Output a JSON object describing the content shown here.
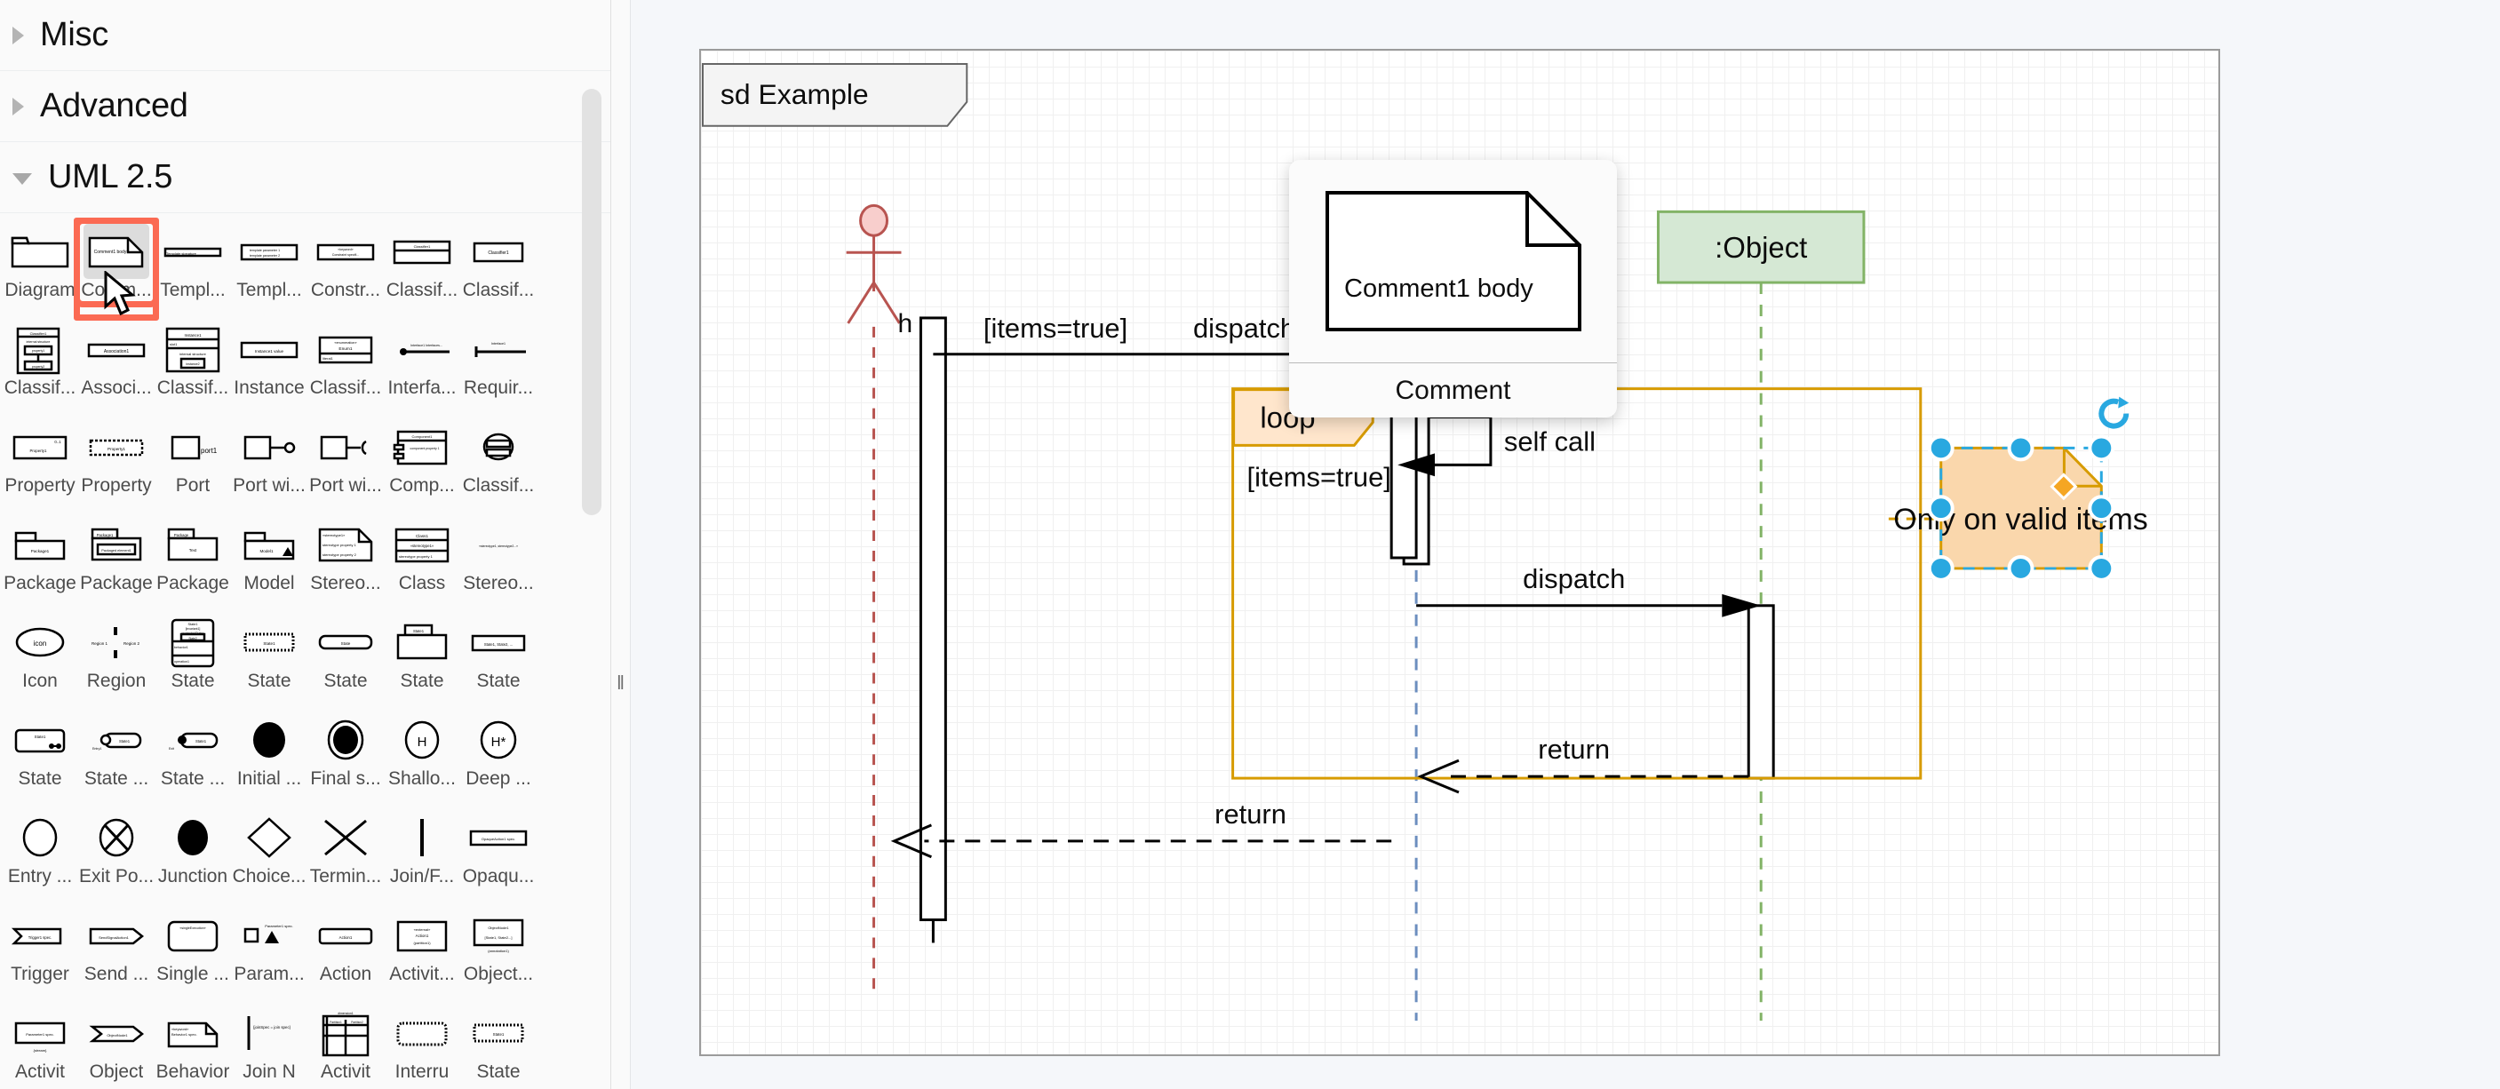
{
  "app": {
    "name": "diagrams.net UML editor"
  },
  "palette": {
    "sections": [
      {
        "title": "Misc",
        "expanded": false
      },
      {
        "title": "Advanced",
        "expanded": false
      },
      {
        "title": "UML 2.5",
        "expanded": true
      }
    ],
    "selected_shape": "Comm...",
    "rows": [
      [
        {
          "label": "Diagram",
          "icon": "uml-frame-icon",
          "selected": false
        },
        {
          "label": "Comm...",
          "icon": "uml-comment-note-icon",
          "selected": true
        },
        {
          "label": "Templ...",
          "icon": "uml-template-signature-icon",
          "selected": false
        },
        {
          "label": "Templ...",
          "icon": "uml-template-parameters-icon",
          "selected": false
        },
        {
          "label": "Constr...",
          "icon": "uml-constraint-icon",
          "selected": false
        },
        {
          "label": "Classif...",
          "icon": "uml-classifier-icon",
          "selected": false
        },
        {
          "label": "Classif...",
          "icon": "uml-classifier-box-icon",
          "selected": false
        }
      ],
      [
        {
          "label": "Classif...",
          "icon": "uml-classifier-internal-structure-icon",
          "selected": false
        },
        {
          "label": "Associ...",
          "icon": "uml-association-icon",
          "selected": false
        },
        {
          "label": "Classif...",
          "icon": "uml-instance-slot-icon",
          "selected": false
        },
        {
          "label": "Instance",
          "icon": "uml-instance-value-icon",
          "selected": false
        },
        {
          "label": "Classif...",
          "icon": "uml-enumeration-icon",
          "selected": false
        },
        {
          "label": "Interfa...",
          "icon": "uml-provided-interface-icon",
          "selected": false
        },
        {
          "label": "Requir...",
          "icon": "uml-required-interface-icon",
          "selected": false
        }
      ],
      [
        {
          "label": "Property",
          "icon": "uml-property-multiplicity-icon",
          "selected": false
        },
        {
          "label": "Property",
          "icon": "uml-property-dashed-icon",
          "selected": false
        },
        {
          "label": "Port",
          "icon": "uml-port-icon",
          "selected": false
        },
        {
          "label": "Port wi...",
          "icon": "uml-port-with-provided-icon",
          "selected": false
        },
        {
          "label": "Port wi...",
          "icon": "uml-port-with-required-icon",
          "selected": false
        },
        {
          "label": "Comp...",
          "icon": "uml-component-icon",
          "selected": false
        },
        {
          "label": "Classif...",
          "icon": "uml-classifier-composite-icon",
          "selected": false
        }
      ],
      [
        {
          "label": "Package",
          "icon": "uml-package-icon",
          "selected": false
        },
        {
          "label": "Package",
          "icon": "uml-package-element-icon",
          "selected": false
        },
        {
          "label": "Package",
          "icon": "uml-package-text-icon",
          "selected": false
        },
        {
          "label": "Model",
          "icon": "uml-model-icon",
          "selected": false
        },
        {
          "label": "Stereo...",
          "icon": "uml-stereotype-note-icon",
          "selected": false
        },
        {
          "label": "Class",
          "icon": "uml-class-stereotype-icon",
          "selected": false
        },
        {
          "label": "Stereo...",
          "icon": "uml-stereotype-text-icon",
          "selected": false
        }
      ],
      [
        {
          "label": "Icon",
          "icon": "uml-icon-ellipse-icon",
          "selected": false
        },
        {
          "label": "Region",
          "icon": "uml-region-divider-icon",
          "selected": false
        },
        {
          "label": "State",
          "icon": "uml-state-invariant-icon",
          "selected": false
        },
        {
          "label": "State",
          "icon": "uml-state-dashed-icon",
          "selected": false
        },
        {
          "label": "State",
          "icon": "uml-state-rounded-icon",
          "selected": false
        },
        {
          "label": "State",
          "icon": "uml-state-composite-icon",
          "selected": false
        },
        {
          "label": "State",
          "icon": "uml-state-list-icon",
          "selected": false
        }
      ],
      [
        {
          "label": "State",
          "icon": "uml-state-connection-icon",
          "selected": false
        },
        {
          "label": "State ...",
          "icon": "uml-state-entry-point-icon",
          "selected": false
        },
        {
          "label": "State ...",
          "icon": "uml-state-exit-point-icon",
          "selected": false
        },
        {
          "label": "Initial ...",
          "icon": "uml-initial-node-icon",
          "selected": false
        },
        {
          "label": "Final s...",
          "icon": "uml-final-state-icon",
          "selected": false
        },
        {
          "label": "Shallo...",
          "icon": "uml-shallow-history-icon",
          "selected": false
        },
        {
          "label": "Deep ...",
          "icon": "uml-deep-history-icon",
          "selected": false
        }
      ],
      [
        {
          "label": "Entry ...",
          "icon": "uml-entry-point-icon",
          "selected": false
        },
        {
          "label": "Exit Po...",
          "icon": "uml-exit-point-icon",
          "selected": false
        },
        {
          "label": "Junction",
          "icon": "uml-junction-icon",
          "selected": false
        },
        {
          "label": "Choice...",
          "icon": "uml-choice-icon",
          "selected": false
        },
        {
          "label": "Termin...",
          "icon": "uml-terminate-icon",
          "selected": false
        },
        {
          "label": "Join/F...",
          "icon": "uml-join-fork-icon",
          "selected": false
        },
        {
          "label": "Opaqu...",
          "icon": "uml-opaque-action-icon",
          "selected": false
        }
      ],
      [
        {
          "label": "Trigger",
          "icon": "uml-trigger-icon",
          "selected": false
        },
        {
          "label": "Send ...",
          "icon": "uml-send-signal-action-icon",
          "selected": false
        },
        {
          "label": "Single ...",
          "icon": "uml-single-execution-icon",
          "selected": false
        },
        {
          "label": "Param...",
          "icon": "uml-parameter-icon",
          "selected": false
        },
        {
          "label": "Action",
          "icon": "uml-action-icon",
          "selected": false
        },
        {
          "label": "Activit...",
          "icon": "uml-activity-partition-icon",
          "selected": false
        },
        {
          "label": "Object...",
          "icon": "uml-object-node-icon",
          "selected": false
        }
      ],
      [
        {
          "label": "Activit",
          "icon": "uml-activity-parameter-icon",
          "selected": false
        },
        {
          "label": "Object",
          "icon": "uml-object-node-pin-icon",
          "selected": false
        },
        {
          "label": "Behavior",
          "icon": "uml-behavior-note-icon",
          "selected": false
        },
        {
          "label": "Join N",
          "icon": "uml-join-spec-icon",
          "selected": false
        },
        {
          "label": "Activit",
          "icon": "uml-activity-table-icon",
          "selected": false
        },
        {
          "label": "Interru",
          "icon": "uml-interruptible-region-icon",
          "selected": false
        },
        {
          "label": "State",
          "icon": "uml-state-dotted-icon",
          "selected": false
        }
      ]
    ]
  },
  "preview_tooltip": {
    "shape_text": "Comment1 body",
    "caption": "Comment"
  },
  "diagram": {
    "frame": {
      "label": "sd Example",
      "label_bg": "#f4f4f4",
      "border_color": "#666666"
    },
    "actor": {
      "name": "actor",
      "color": "#b85450",
      "fill": "#f8cecc"
    },
    "lifelines": [
      {
        "label": "",
        "type": "actor",
        "line_color": "#b85450"
      },
      {
        "label": "",
        "type": "object-unnamed",
        "line_color": "#000000"
      },
      {
        "label": ":Object",
        "type": "object",
        "fill": "#dae8fc",
        "stroke": "#6c8ebf",
        "line_color": "#6c8ebf"
      },
      {
        "label": ":Object",
        "type": "object",
        "fill": "#d5e8d4",
        "stroke": "#82b366",
        "line_color": "#82b366"
      }
    ],
    "messages": [
      {
        "label": "[items=true]",
        "kind": "guard"
      },
      {
        "label": "dispatch",
        "kind": "call"
      },
      {
        "label": "self call",
        "kind": "self-call"
      },
      {
        "label": "dispatch",
        "kind": "call"
      },
      {
        "label": "return",
        "kind": "return"
      },
      {
        "label": "return",
        "kind": "return"
      }
    ],
    "fragment": {
      "operator": "loop",
      "guard": "[items=true]",
      "fill": "#ffe6cc",
      "stroke": "#d79b00"
    },
    "selected_note": {
      "text": "Only on valid items",
      "fill": "#fad7ac",
      "stroke": "#d79b00",
      "handle_color": "#29a8e0",
      "orange_handle_color": "#f5a623",
      "selection_dash_color": "#29a8e0"
    }
  }
}
